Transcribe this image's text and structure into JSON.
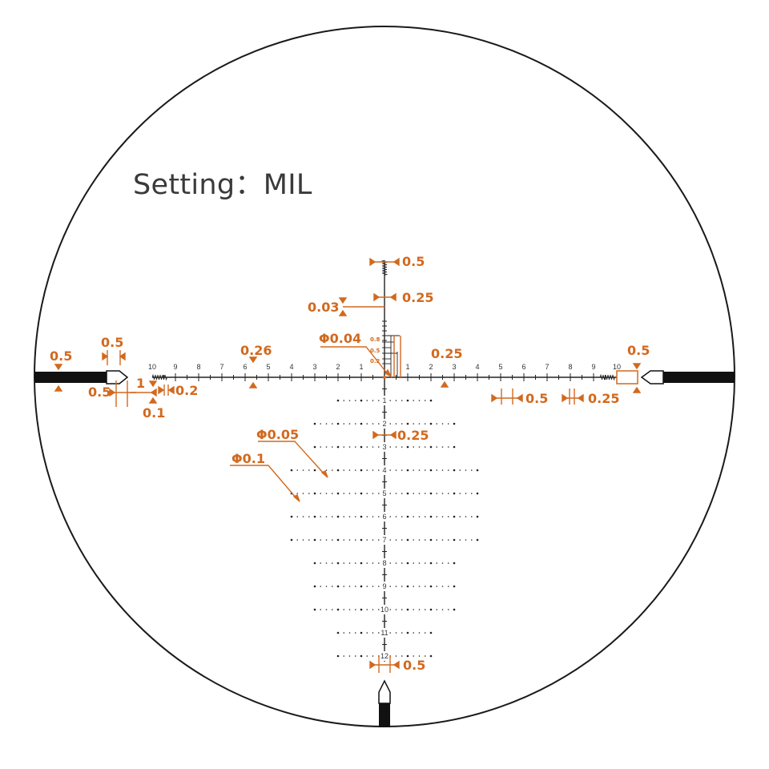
{
  "title": "Setting：MIL",
  "colors": {
    "annotation": "#d2691e",
    "reticle": "#222222",
    "outline": "#1a1a1a"
  },
  "horizontal_ticks_left": [
    "10",
    "9",
    "8",
    "7",
    "6",
    "5",
    "4",
    "3",
    "2",
    "1"
  ],
  "horizontal_ticks_right": [
    "1",
    "2",
    "3",
    "4",
    "5",
    "6",
    "7",
    "8",
    "9",
    "10"
  ],
  "vertical_ticks": [
    "1",
    "2",
    "3",
    "4",
    "5",
    "6",
    "7",
    "8",
    "9",
    "10",
    "11",
    "12"
  ],
  "annotations": {
    "top_post_width": "0.5",
    "top_post_hash": "0.25",
    "line_thickness": "0.03",
    "center_dot": "Φ0.04",
    "left_post_height": "0.5",
    "left_post_width": "0.5",
    "left_post_gap": "0.5",
    "left_spacing_1": "1",
    "left_spacing_02": "0.2",
    "left_spacing_01": "0.1",
    "hash_026": "0.26",
    "hash_025_right": "0.25",
    "right_post_height": "0.5",
    "right_hash_05": "0.5",
    "right_hash_025": "0.25",
    "vertical_hash_025": "0.25",
    "dot_005": "Φ0.05",
    "dot_01": "Φ0.1",
    "bottom_05": "0.5",
    "micro_08": "0.8",
    "micro_05": "0.5",
    "micro_02": "0.2"
  }
}
